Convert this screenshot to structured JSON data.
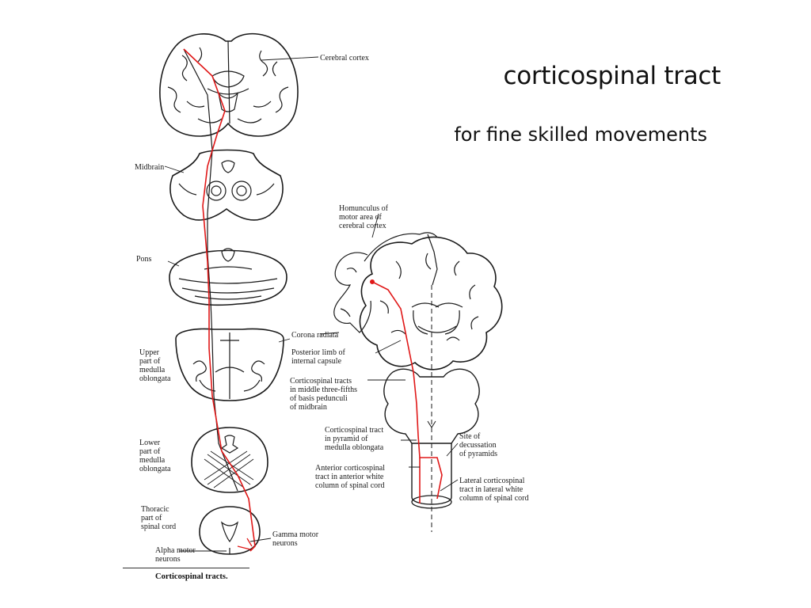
{
  "slide": {
    "title": "corticospinal tract",
    "subtitle": "for fine skilled movements"
  },
  "left_figure": {
    "labels": {
      "cerebral_cortex": "Cerebral cortex",
      "midbrain": "Midbrain",
      "pons": "Pons",
      "upper_medulla": "Upper\npart of\nmedulla\noblongata",
      "lower_medulla": "Lower\npart of\nmedulla\noblongata",
      "thoracic": "Thoracic\npart of\nspinal cord",
      "gamma_motor": "Gamma motor\nneurons",
      "alpha_motor": "Alpha motor\nneurons"
    },
    "caption": "Corticospinal tracts."
  },
  "right_figure": {
    "labels": {
      "homunculus": "Homunculus of\nmotor area of\ncerebral cortex",
      "corona_radiata": "Corona radiata",
      "posterior_limb": "Posterior limb of\ninternal capsule",
      "tracts_midbrain": "Corticospinal tracts\nin middle three-fifths\nof basis pedunculi\nof midbrain",
      "tract_pyramid": "Corticospinal tract\nin pyramid of\nmedulla oblongata",
      "anterior_tract": "Anterior corticospinal\ntract in anterior white\ncolumn of spinal cord",
      "decussation": "Site of\ndecussation\nof pyramids",
      "lateral_tract": "Lateral corticospinal\ntract in lateral white\ncolumn of spinal cord"
    }
  },
  "colors": {
    "tract": "#e01818",
    "ink": "#1a1a1a"
  }
}
